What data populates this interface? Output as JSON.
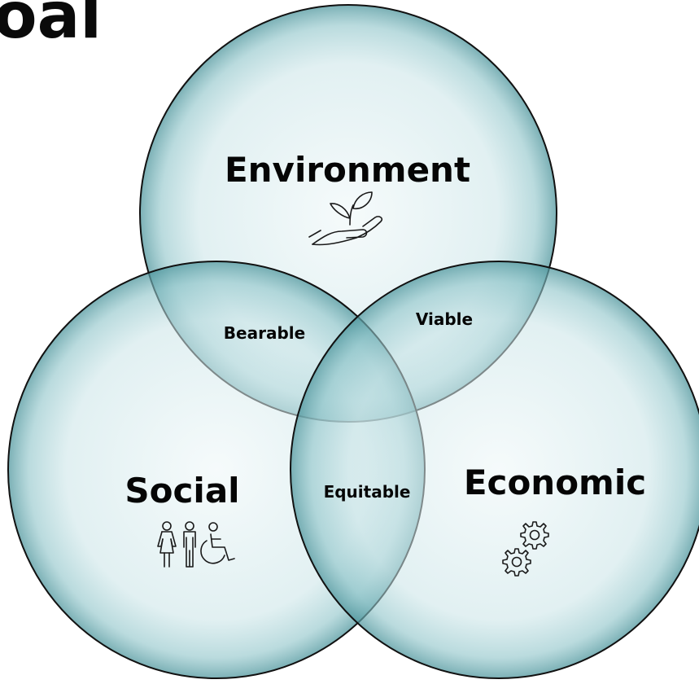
{
  "heading": {
    "partial_text": "oal"
  },
  "circles": {
    "environment": {
      "title": "Environment",
      "icon": "plant-in-hand-icon"
    },
    "social": {
      "title": "Social",
      "icon": "people-accessibility-icon"
    },
    "economic": {
      "title": "Economic",
      "icon": "gears-icon"
    }
  },
  "overlaps": {
    "bearable": "Bearable",
    "viable": "Viable",
    "equitable": "Equitable"
  },
  "colors": {
    "circle_fill": "#cfe6e8",
    "circle_rim": "#5a9ea4",
    "circle_outline": "#111111",
    "text": "#050505"
  }
}
